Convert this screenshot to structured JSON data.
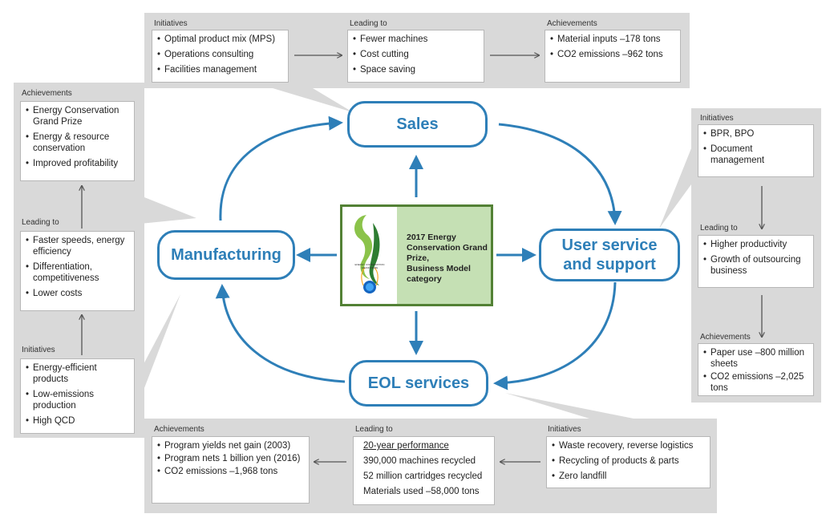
{
  "colors": {
    "accent": "#2e7fb8",
    "panel": "#d9d9d9",
    "center_border": "#538135",
    "center_fill": "#c5e0b4"
  },
  "nodes": {
    "sales": "Sales",
    "user_service_line1": "User service",
    "user_service_line2": "and support",
    "eol": "EOL services",
    "manufacturing": "Manufacturing"
  },
  "center": {
    "line1": "2017 Energy",
    "line2": "Conservation Grand",
    "line3": "Prize,",
    "line4": "Business Model",
    "line5": "category",
    "logo_text": "ENERGY CONSERVATION GRAND PRIZE"
  },
  "top": {
    "initiatives_label": "Initiatives",
    "initiatives": [
      "Optimal product mix (MPS)",
      "Operations consulting",
      "Facilities management"
    ],
    "leading_label": "Leading to",
    "leading": [
      "Fewer machines",
      "Cost cutting",
      "Space saving"
    ],
    "achievements_label": "Achievements",
    "achievements": [
      "Material inputs –178 tons",
      "CO2 emissions –962 tons"
    ]
  },
  "left": {
    "achievements_label": "Achievements",
    "achievements": [
      "Energy Conservation Grand Prize",
      "Energy & resource conservation",
      "Improved profitability"
    ],
    "leading_label": "Leading to",
    "leading": [
      "Faster speeds, energy efficiency",
      "Differentiation, competitiveness",
      "Lower costs"
    ],
    "initiatives_label": "Initiatives",
    "initiatives": [
      "Energy-efficient products",
      "Low-emissions production",
      "High QCD"
    ]
  },
  "right": {
    "initiatives_label": "Initiatives",
    "initiatives": [
      "BPR, BPO",
      "Document management"
    ],
    "leading_label": "Leading to",
    "leading": [
      "Higher productivity",
      "Growth of outsourcing business"
    ],
    "achievements_label": "Achievements",
    "achievements": [
      "Paper use –800 million sheets",
      "CO2 emissions –2,025 tons"
    ]
  },
  "bottom": {
    "achievements_label": "Achievements",
    "achievements": [
      "Program yields net gain (2003)",
      "Program nets 1 billion yen (2016)",
      "CO2 emissions –1,968 tons"
    ],
    "leading_label": "Leading to",
    "leading_title": "20-year performance",
    "leading": [
      "390,000 machines recycled",
      "52 million cartridges recycled",
      "Materials used –58,000 tons"
    ],
    "initiatives_label": "Initiatives",
    "initiatives": [
      "Waste recovery, reverse logistics",
      "Recycling of products & parts",
      "Zero landfill"
    ]
  }
}
